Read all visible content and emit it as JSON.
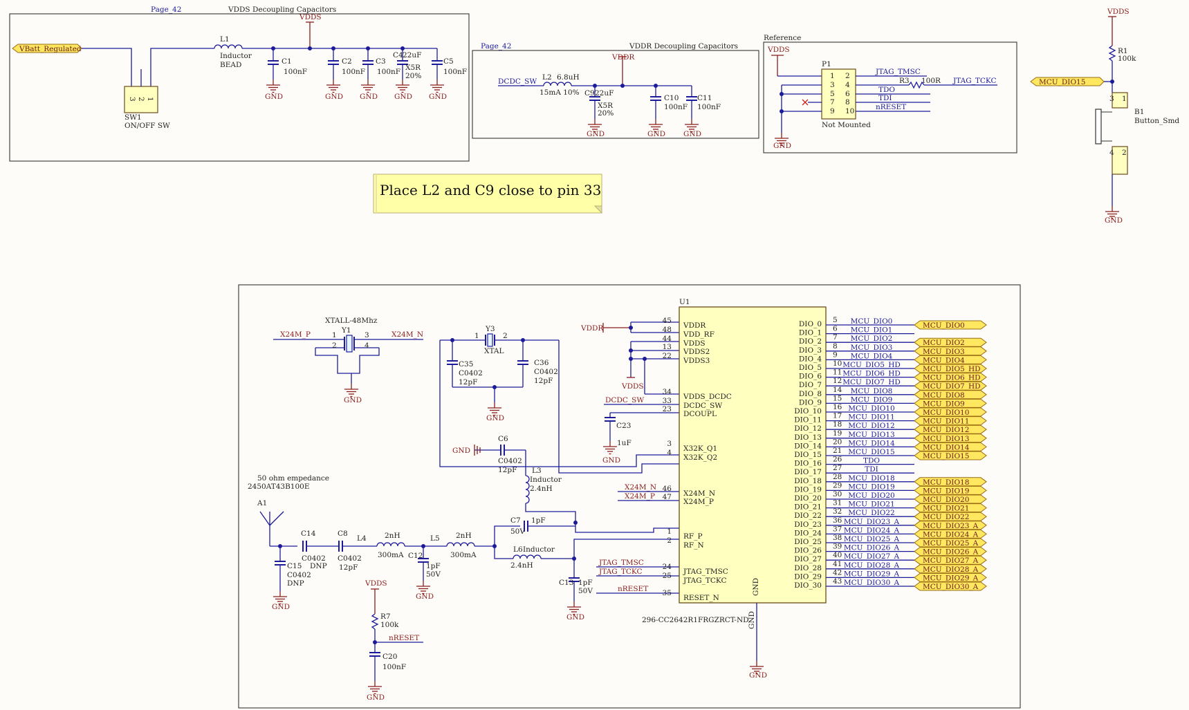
{
  "sections": {
    "vdds_decoupling": "VDDS Decoupling Capacitors",
    "vdds_page": "Page_42",
    "vddr_decoupling": "VDDR Decoupling Capacitors",
    "vddr_page": "Page_42",
    "reference": "Reference"
  },
  "note": "Place L2 and C9 close to pin 33",
  "nets": {
    "vdds": "VDDS",
    "vddr": "VDDR",
    "gnd": "GND",
    "vbatt": "VBatt_Regulated",
    "dcdc_sw": "DCDC_SW",
    "jtag_tmsc": "JTAG_TMSC",
    "jtag_tckc": "JTAG_TCKC",
    "tdo": "TDO",
    "tdi": "TDI",
    "nreset": "nRESET",
    "x24m_p": "X24M_P",
    "x24m_n": "X24M_N",
    "mcu_dio15": "MCU_DIO15"
  },
  "parts": {
    "sw1": {
      "ref": "SW1",
      "value": "ON/OFF SW"
    },
    "l1": {
      "ref": "L1",
      "line1": "Inductor",
      "line2": "BEAD"
    },
    "c1": {
      "ref": "C1",
      "value": "100nF"
    },
    "c2": {
      "ref": "C2",
      "value": "100nF"
    },
    "c3": {
      "ref": "C3",
      "value": "100nF"
    },
    "c4": {
      "ref": "C4",
      "value": "22uF",
      "line2": "X5R",
      "line3": "20%"
    },
    "c5": {
      "ref": "C5",
      "value": "100nF"
    },
    "l2": {
      "ref": "L2",
      "value": "6.8uH",
      "line2": "15mA  10%"
    },
    "c9": {
      "ref": "C9",
      "value": "22uF",
      "line2": "X5R",
      "line3": "20%"
    },
    "c10": {
      "ref": "C10",
      "value": "100nF"
    },
    "c11": {
      "ref": "C11",
      "value": "100nF"
    },
    "p1": {
      "ref": "P1",
      "value": "Not Mounted",
      "pins_left": [
        "1",
        "3",
        "5",
        "7",
        "9"
      ],
      "pins_right": [
        "2",
        "4",
        "6",
        "8",
        "10"
      ]
    },
    "r3": {
      "ref": "R3",
      "value": "100R"
    },
    "r1": {
      "ref": "R1",
      "value": "100k"
    },
    "b1": {
      "ref": "B1",
      "value": "Button_Smd"
    },
    "y1": {
      "ref": "Y1",
      "value": "XTALL-48Mhz"
    },
    "y3": {
      "ref": "Y3",
      "value": "XTAL"
    },
    "c35": {
      "ref": "C35",
      "value": "C0402",
      "line2": "12pF"
    },
    "c36": {
      "ref": "C36",
      "value": "C0402",
      "line2": "12pF"
    },
    "c23": {
      "ref": "C23",
      "value": "1uF"
    },
    "c6": {
      "ref": "C6",
      "value": "C0402",
      "line2": "12pF"
    },
    "l3": {
      "ref": "L3",
      "value": "Inductor",
      "line2": "2.4nH"
    },
    "c7": {
      "ref": "C7",
      "value": "1pF",
      "line2": "50V"
    },
    "l6": {
      "ref": "L6",
      "value": "Inductor",
      "line2": "2.4nH"
    },
    "c13": {
      "ref": "C13",
      "value": "1pF",
      "line2": "50V"
    },
    "c12": {
      "ref": "C12",
      "value": "1pF",
      "line2": "50V"
    },
    "l4": {
      "ref": "L4",
      "value": "2nH",
      "line2": "300mA"
    },
    "l5": {
      "ref": "L5",
      "value": "2nH",
      "line2": "300mA"
    },
    "c8": {
      "ref": "C8",
      "value": "C0402",
      "line2": "12pF"
    },
    "c14": {
      "ref": "C14",
      "value": "C0402",
      "line2": "DNP"
    },
    "c15": {
      "ref": "C15",
      "value": "C0402",
      "line2": "DNP"
    },
    "a1": {
      "ref": "A1",
      "line1": "50 ohm empedance",
      "line2": "2450AT43B100E"
    },
    "r7": {
      "ref": "R7",
      "value": "100k"
    },
    "c20": {
      "ref": "C20",
      "value": "100nF"
    },
    "u1": {
      "ref": "U1",
      "value": "296-CC2642R1FRGZRCT-ND"
    }
  },
  "u1_left": [
    {
      "pin": "45",
      "name": "VDDR"
    },
    {
      "pin": "48",
      "name": "VDD_RF"
    },
    {
      "pin": "44",
      "name": "VDDS"
    },
    {
      "pin": "13",
      "name": "VDDS2"
    },
    {
      "pin": "22",
      "name": "VDDS3"
    },
    {
      "pin": "34",
      "name": "VDDS_DCDC"
    },
    {
      "pin": "33",
      "name": "DCDC_SW"
    },
    {
      "pin": "23",
      "name": "DCOUPL"
    },
    {
      "pin": "3",
      "name": "X32K_Q1"
    },
    {
      "pin": "4",
      "name": "X32K_Q2"
    },
    {
      "pin": "46",
      "name": "X24M_N"
    },
    {
      "pin": "47",
      "name": "X24M_P"
    },
    {
      "pin": "1",
      "name": "RF_P"
    },
    {
      "pin": "2",
      "name": "RF_N"
    },
    {
      "pin": "24",
      "name": "JTAG_TMSC"
    },
    {
      "pin": "25",
      "name": "JTAG_TCKC"
    },
    {
      "pin": "35",
      "name": "RESET_N"
    }
  ],
  "u1_gnd": {
    "name": "GND",
    "pin": "GND"
  },
  "u1_right": [
    {
      "pin": "5",
      "name": "DIO_0",
      "net": "MCU_DIO0",
      "port": "MCU_DIO0"
    },
    {
      "pin": "6",
      "name": "DIO_1",
      "net": "MCU_DIO1",
      "port": ""
    },
    {
      "pin": "7",
      "name": "DIO_2",
      "net": "MCU_DIO2",
      "port": "MCU_DIO2"
    },
    {
      "pin": "8",
      "name": "DIO_3",
      "net": "MCU_DIO3",
      "port": "MCU_DIO3"
    },
    {
      "pin": "9",
      "name": "DIO_4",
      "net": "MCU_DIO4",
      "port": "MCU_DIO4"
    },
    {
      "pin": "10",
      "name": "DIO_5",
      "net": "MCU_DIO5_HD",
      "port": "MCU_DIO5_HD"
    },
    {
      "pin": "11",
      "name": "DIO_6",
      "net": "MCU_DIO6_HD",
      "port": "MCU_DIO6_HD"
    },
    {
      "pin": "12",
      "name": "DIO_7",
      "net": "MCU_DIO7_HD",
      "port": "MCU_DIO7_HD"
    },
    {
      "pin": "14",
      "name": "DIO_8",
      "net": "MCU_DIO8",
      "port": "MCU_DIO8"
    },
    {
      "pin": "15",
      "name": "DIO_9",
      "net": "MCU_DIO9",
      "port": "MCU_DIO9"
    },
    {
      "pin": "16",
      "name": "DIO_10",
      "net": "MCU_DIO10",
      "port": "MCU_DIO10"
    },
    {
      "pin": "17",
      "name": "DIO_11",
      "net": "MCU_DIO11",
      "port": "MCU_DIO11"
    },
    {
      "pin": "18",
      "name": "DIO_12",
      "net": "MCU_DIO12",
      "port": "MCU_DIO12"
    },
    {
      "pin": "19",
      "name": "DIO_13",
      "net": "MCU_DIO13",
      "port": "MCU_DIO13"
    },
    {
      "pin": "20",
      "name": "DIO_14",
      "net": "MCU_DIO14",
      "port": "MCU_DIO14"
    },
    {
      "pin": "21",
      "name": "DIO_15",
      "net": "MCU_DIO15",
      "port": "MCU_DIO15"
    },
    {
      "pin": "26",
      "name": "DIO_16",
      "net": "TDO",
      "port": ""
    },
    {
      "pin": "27",
      "name": "DIO_17",
      "net": "TDI",
      "port": ""
    },
    {
      "pin": "28",
      "name": "DIO_18",
      "net": "MCU_DIO18",
      "port": "MCU_DIO18"
    },
    {
      "pin": "29",
      "name": "DIO_19",
      "net": "MCU_DIO19",
      "port": "MCU_DIO19"
    },
    {
      "pin": "30",
      "name": "DIO_20",
      "net": "MCU_DIO20",
      "port": "MCU_DIO20"
    },
    {
      "pin": "31",
      "name": "DIO_21",
      "net": "MCU_DIO21",
      "port": "MCU_DIO21"
    },
    {
      "pin": "32",
      "name": "DIO_22",
      "net": "MCU_DIO22",
      "port": "MCU_DIO22"
    },
    {
      "pin": "36",
      "name": "DIO_23",
      "net": "MCU_DIO23_A",
      "port": "MCU_DIO23_A"
    },
    {
      "pin": "37",
      "name": "DIO_24",
      "net": "MCU_DIO24_A",
      "port": "MCU_DIO24_A"
    },
    {
      "pin": "38",
      "name": "DIO_25",
      "net": "MCU_DIO25_A",
      "port": "MCU_DIO25_A"
    },
    {
      "pin": "39",
      "name": "DIO_26",
      "net": "MCU_DIO26_A",
      "port": "MCU_DIO26_A"
    },
    {
      "pin": "40",
      "name": "DIO_27",
      "net": "MCU_DIO27_A",
      "port": "MCU_DIO27_A"
    },
    {
      "pin": "41",
      "name": "DIO_28",
      "net": "MCU_DIO28_A",
      "port": "MCU_DIO28_A"
    },
    {
      "pin": "42",
      "name": "DIO_29",
      "net": "MCU_DIO29_A",
      "port": "MCU_DIO29_A"
    },
    {
      "pin": "43",
      "name": "DIO_30",
      "net": "MCU_DIO30_A",
      "port": "MCU_DIO30_A"
    }
  ],
  "colors": {
    "wire": "#1b1b9a",
    "power": "#8a1c1c",
    "component_fill": "#ffffc0",
    "port_fill": "#ffe860",
    "note_fill": "#ffffa8"
  }
}
